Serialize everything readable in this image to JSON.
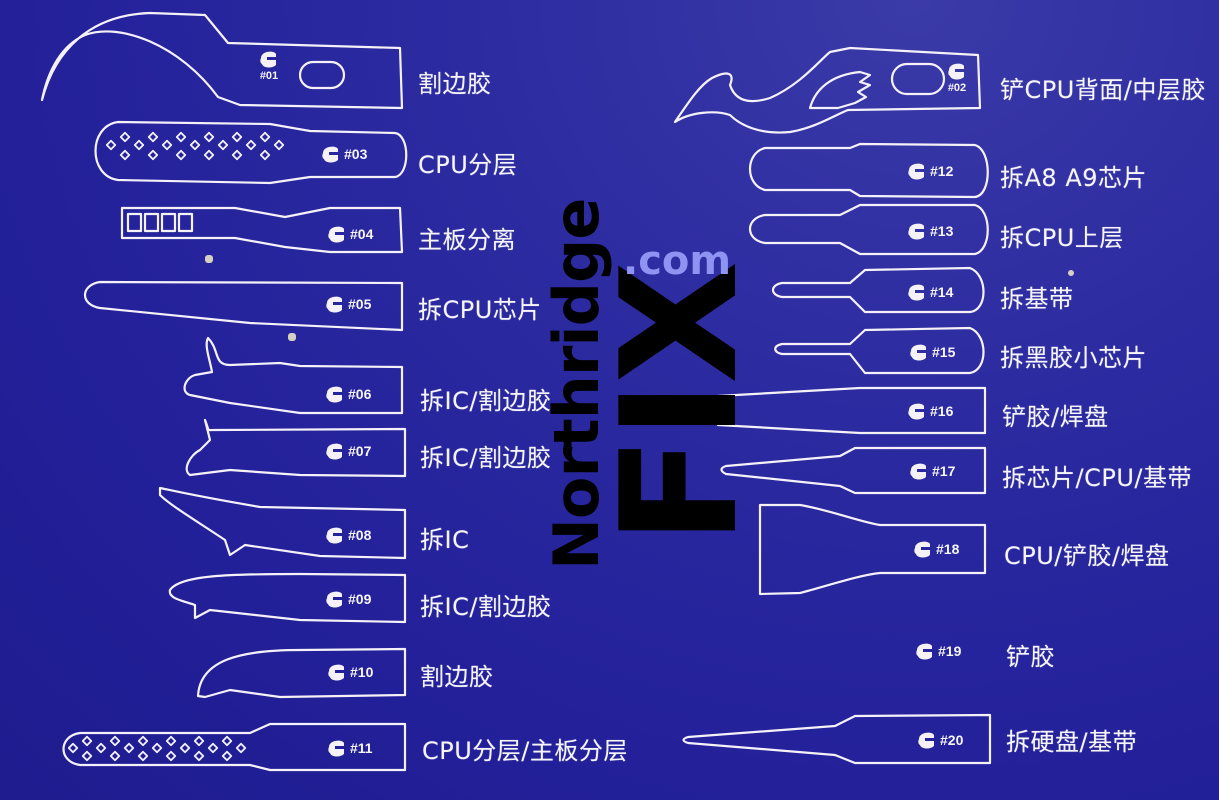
{
  "card": {
    "background_color": "#2624a0",
    "outline_color": "#f4f2f8",
    "text_color": "#f6f5fa"
  },
  "watermark": {
    "line1": "Northridge",
    "line2": "FIX",
    "line3": ".com",
    "colors": {
      "main": "#000000",
      "com": "#8f93f2"
    }
  },
  "tools_left": [
    {
      "number": "#01",
      "label": "割边胶"
    },
    {
      "number": "#03",
      "label": "CPU分层"
    },
    {
      "number": "#04",
      "label": "主板分离"
    },
    {
      "number": "#05",
      "label": "拆CPU芯片"
    },
    {
      "number": "#06",
      "label": "拆IC/割边胶"
    },
    {
      "number": "#07",
      "label": "拆IC/割边胶"
    },
    {
      "number": "#08",
      "label": "拆IC"
    },
    {
      "number": "#09",
      "label": "拆IC/割边胶"
    },
    {
      "number": "#10",
      "label": "割边胶"
    },
    {
      "number": "#11",
      "label": "CPU分层/主板分层"
    }
  ],
  "tools_right": [
    {
      "number": "#02",
      "label": "铲CPU背面/中层胶"
    },
    {
      "number": "#12",
      "label": "拆A8 A9芯片"
    },
    {
      "number": "#13",
      "label": "拆CPU上层"
    },
    {
      "number": "#14",
      "label": "拆基带"
    },
    {
      "number": "#15",
      "label": "拆黑胶小芯片"
    },
    {
      "number": "#16",
      "label": "铲胶/焊盘"
    },
    {
      "number": "#17",
      "label": "拆芯片/CPU/基带"
    },
    {
      "number": "#18",
      "label": "CPU/铲胶/焊盘"
    },
    {
      "number": "#19",
      "label": "铲胶"
    },
    {
      "number": "#20",
      "label": "拆硬盘/基带"
    }
  ],
  "icons": {
    "brand_logo": "mascot-head-icon"
  }
}
